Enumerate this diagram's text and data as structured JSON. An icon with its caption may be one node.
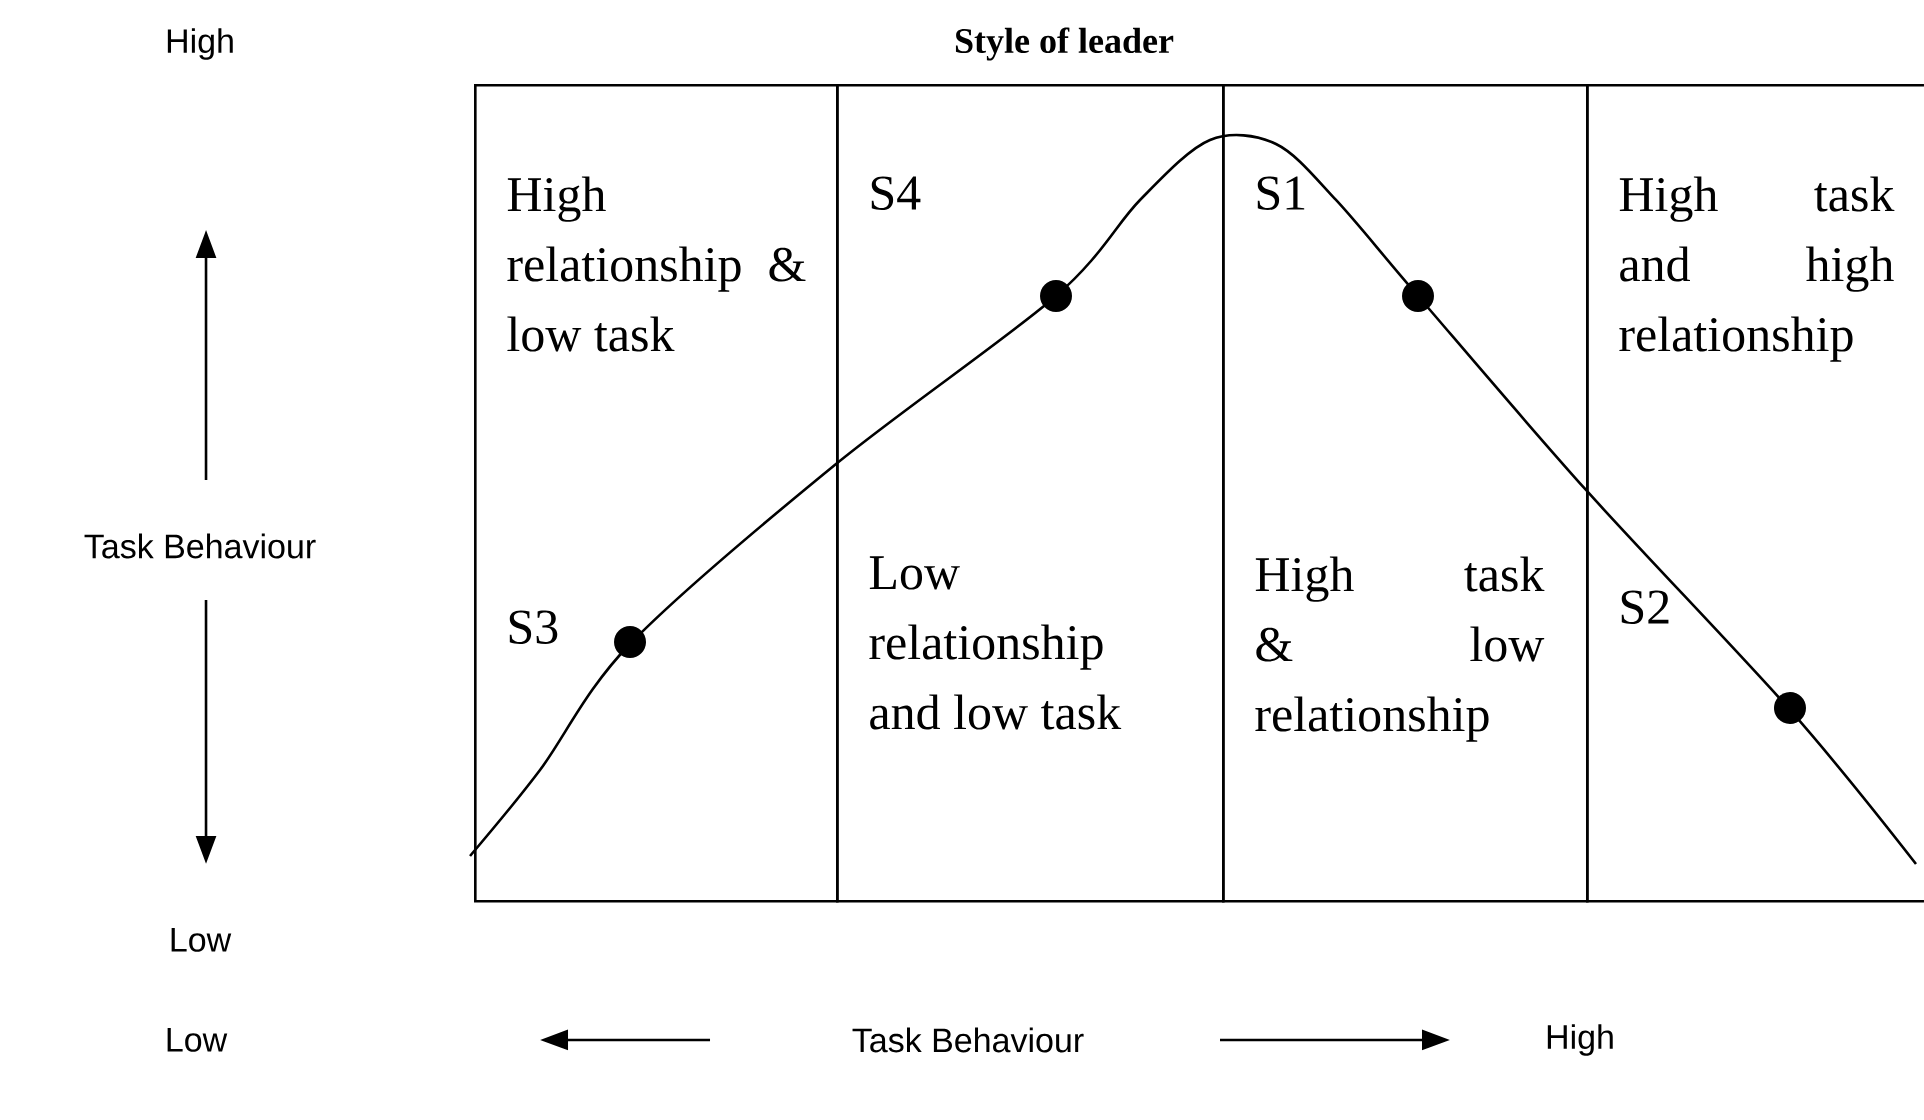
{
  "diagram": {
    "title": "Style of leader",
    "nodes": [
      {
        "text": [
          "High relationship & low task",
          "S3"
        ]
      },
      {
        "text": [
          "S4",
          "Low relationship and low task"
        ]
      },
      {
        "text": [
          "S1",
          "High task & low relationship"
        ]
      },
      {
        "text": [
          "High task and high relationship",
          "S2"
        ]
      }
    ],
    "labels": [
      "High",
      "Task Behaviour",
      "Low",
      "Low",
      "Task Behaviour",
      "High"
    ]
  }
}
